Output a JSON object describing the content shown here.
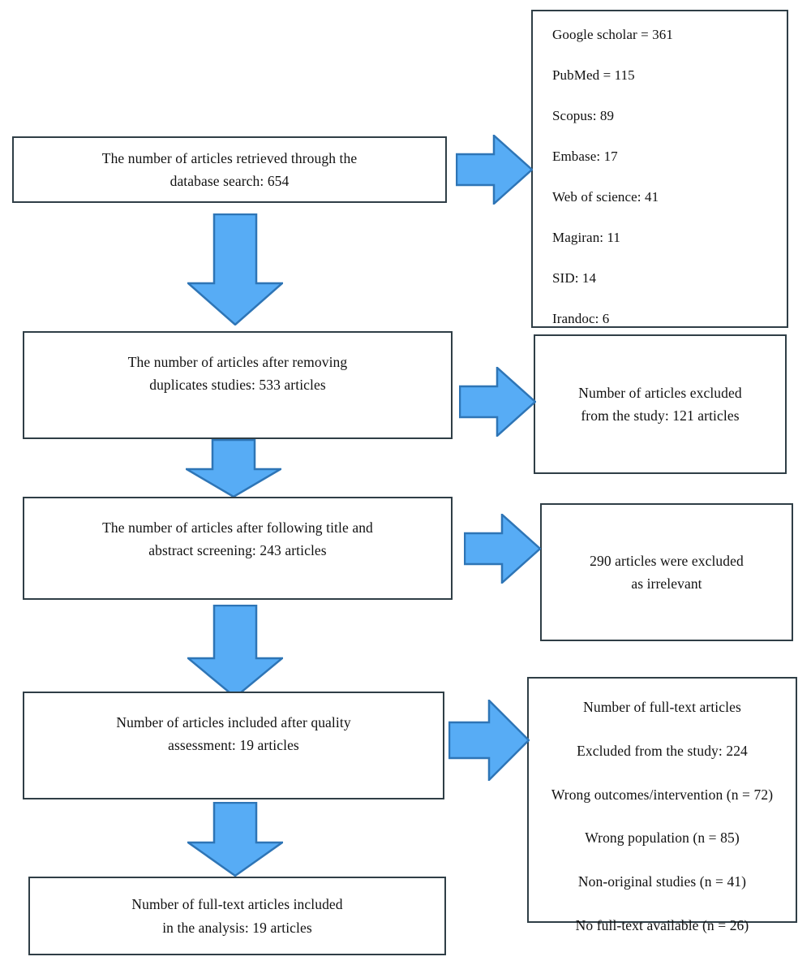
{
  "diagram": {
    "title": "PRISMA study selection flow diagram",
    "colors": {
      "arrow_fill": "#57ACF5",
      "arrow_stroke": "#2E75B6",
      "box_border": "#2F3E46",
      "box_background": "#FFFFFF",
      "text": "#111111"
    }
  },
  "boxes": {
    "identification": {
      "name": "records-identified-box",
      "lines": [
        "The number of articles retrieved through the",
        "database search: 654"
      ]
    },
    "sources": {
      "name": "database-sources-box",
      "lines": [
        "Google scholar = 361",
        "PubMed = 115",
        "Scopus: 89",
        "Embase: 17",
        "Web of science: 41",
        "Magiran: 11",
        "SID: 14",
        "Irandoc: 6"
      ]
    },
    "duplicates_removed": {
      "name": "after-duplicates-removed-box",
      "lines": [
        "The number of articles after removing",
        "duplicates studies: 533 articles"
      ]
    },
    "excluded_duplicates": {
      "name": "excluded-duplicates-box",
      "lines": [
        "Number of articles excluded",
        "from the study: 121 articles"
      ]
    },
    "screening": {
      "name": "after-title-abstract-screening-box",
      "lines": [
        "The number of articles after following title and",
        "abstract screening: 243 articles"
      ]
    },
    "excluded_irrelevant": {
      "name": "excluded-irrelevant-box",
      "lines": [
        "290 articles were excluded",
        "as irrelevant"
      ]
    },
    "quality": {
      "name": "included-after-quality-assessment-box",
      "lines": [
        "Number of articles included after quality",
        "assessment: 19 articles"
      ]
    },
    "excluded_fulltext": {
      "name": "excluded-full-text-box",
      "lines": [
        "Number of full-text articles",
        "Excluded from the study: 224",
        "Wrong outcomes/intervention (n = 72)",
        "Wrong population (n = 85)",
        "Non-original studies (n = 41)",
        "No full-text available (n = 26)"
      ]
    },
    "included": {
      "name": "included-in-analysis-box",
      "lines": [
        "Number of full-text articles included",
        "in the analysis: 19 articles"
      ]
    }
  },
  "counts": {
    "retrieved_total": 654,
    "google_scholar": 361,
    "pubmed": 115,
    "scopus": 89,
    "embase": 17,
    "web_of_science": 41,
    "magiran": 11,
    "sid": 14,
    "irandoc": 6,
    "after_duplicates": 533,
    "duplicates_excluded": 121,
    "after_screening": 243,
    "screening_excluded": 290,
    "after_quality": 19,
    "full_text_excluded": 224,
    "wrong_outcomes_intervention": 72,
    "wrong_population": 85,
    "non_original_studies": 41,
    "no_full_text_available": 26,
    "included_in_analysis": 19
  }
}
